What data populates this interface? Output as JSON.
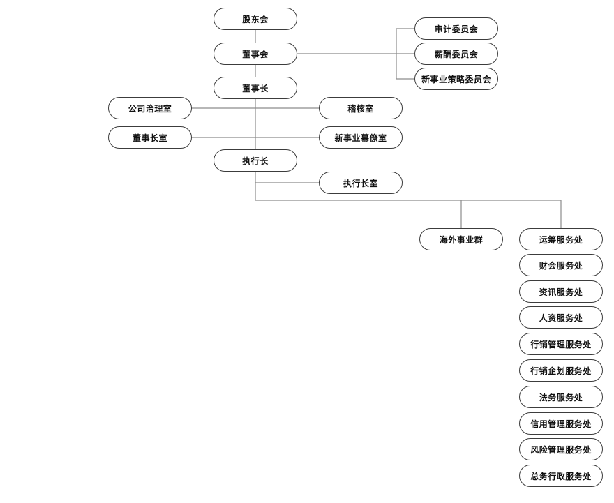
{
  "org_chart": {
    "shareholders": "股东会",
    "board": "董事会",
    "committees": [
      "审计委员会",
      "薪酬委员会",
      "新事业策略委员会"
    ],
    "chairman": "董事长",
    "governance_office": "公司治理室",
    "audit_office": "稽核室",
    "chairman_office": "董事长室",
    "new_business_office": "新事业幕僚室",
    "ceo": "执行长",
    "ceo_office": "执行长室",
    "overseas_group": "海外事业群",
    "service_divisions": [
      "运筹服务处",
      "财会服务处",
      "资讯服务处",
      "人资服务处",
      "行销管理服务处",
      "行销企划服务处",
      "法务服务处",
      "信用管理服务处",
      "风险管理服务处",
      "总务行政服务处"
    ]
  }
}
